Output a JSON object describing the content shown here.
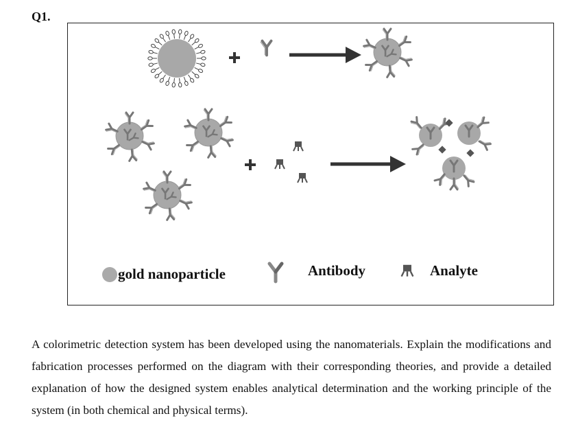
{
  "question": {
    "number": "Q1."
  },
  "legend": {
    "gold_nanoparticle": "gold nanoparticle",
    "antibody": "Antibody",
    "analyte": "Analyte"
  },
  "colors": {
    "particle": "#a8a8a8",
    "arrow": "#333333",
    "antibody": "#777777",
    "analyte": "#555555"
  },
  "paragraph": "A colorimetric detection system has been developed using the nanomaterials. Explain the modifications and fabrication processes performed on the diagram with their corresponding theories, and provide a detailed explanation of how the designed system enables analytical determination and the working principle of the system (in both chemical and physical terms)."
}
